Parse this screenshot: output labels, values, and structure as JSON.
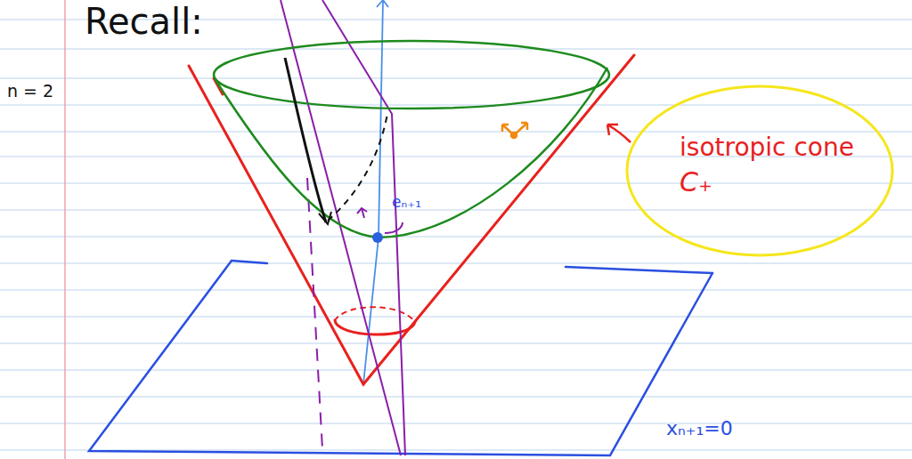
{
  "diagram": {
    "nodes": [
      {
        "text": [
          "isotropic cone",
          "C₊"
        ]
      }
    ],
    "labels": [
      "Recall:",
      "n = 2",
      "eₙ₊₁",
      "xₙ₊₁=0"
    ]
  }
}
